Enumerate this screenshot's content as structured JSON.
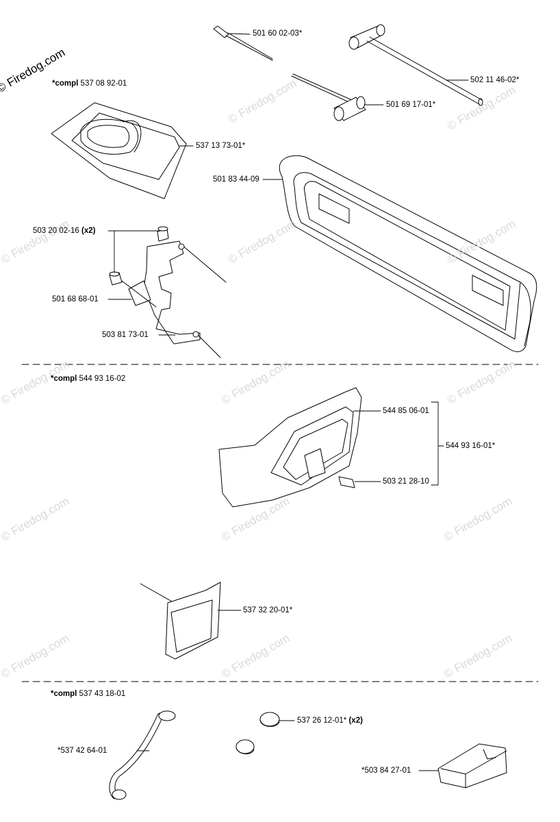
{
  "watermark": "© Firedog.com",
  "sections": [
    {
      "header_prefix": "*compl",
      "header_number": "537 08 92-01",
      "labels": [
        "501 60 02-03*",
        "502 11 46-02*",
        "501 69 17-01*",
        "537 13 73-01*",
        "501 83 44-09",
        "503 20 02-16",
        "(x2)",
        "501 68 68-01",
        "503 81 73-01"
      ]
    },
    {
      "header_prefix": "*compl",
      "header_number": "544 93 16-02",
      "labels": [
        "544 85 06-01",
        "544 93 16-01*",
        "503 21 28-10",
        "537 32 20-01*"
      ]
    },
    {
      "header_prefix": "*compl",
      "header_number": "537 43 18-01",
      "labels": [
        "537 26 12-01*",
        "(x2)",
        "*537 42 64-01",
        "*503 84 27-01"
      ]
    }
  ]
}
